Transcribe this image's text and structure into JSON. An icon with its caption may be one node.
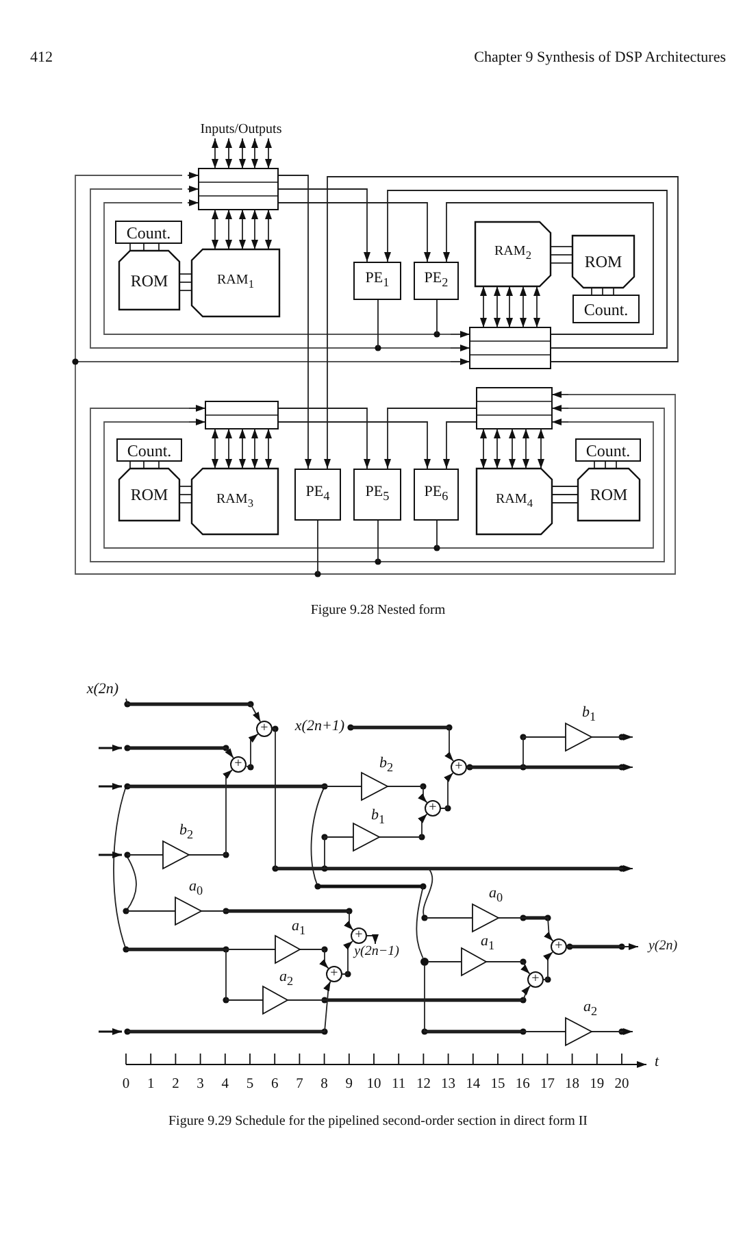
{
  "diagram": {
    "nodes": [
      {
        "text": [
          "Inputs/Outputs"
        ]
      },
      {
        "text": [],
        "shape": "box"
      },
      {
        "text": [
          "Count."
        ]
      },
      {
        "text": [
          "ROM"
        ]
      },
      {
        "text": [
          "RAM$_{1}$"
        ]
      },
      {
        "text": [
          "PE$_{1}$"
        ]
      },
      {
        "text": [
          "PE$_{2}$"
        ]
      },
      {
        "text": [
          "RAM$_{2}$"
        ]
      },
      {
        "text": [
          "ROM"
        ]
      },
      {
        "text": [
          "Count."
        ]
      },
      {
        "text": [],
        "shape": "box"
      },
      {
        "text": [],
        "shape": "box"
      },
      {
        "text": [],
        "shape": "box"
      },
      {
        "text": [
          "Count."
        ]
      },
      {
        "text": [
          "ROM"
        ]
      },
      {
        "text": [
          "RAM$_{3}$"
        ]
      },
      {
        "text": [
          "PE$_{4}$"
        ]
      },
      {
        "text": [
          "PE$_{5}$"
        ]
      },
      {
        "text": [
          "PE$_{6}$"
        ]
      },
      {
        "text": [
          "RAM$_{4}$"
        ]
      },
      {
        "text": [
          "Count."
        ]
      },
      {
        "text": [
          "ROM"
        ]
      },
      {
        "text": [
          "x(2n)"
        ]
      },
      {
        "text": [
          "+"
        ]
      },
      {
        "text": [
          "+"
        ]
      },
      {
        "text": [
          "x(2n+1)"
        ]
      },
      {
        "text": [],
        "shape": "triangle",
        "beside": [
          "*b*$_{1}$"
        ]
      },
      {
        "text": [],
        "shape": "triangle",
        "beside": [
          "*b*$_{2}$"
        ]
      },
      {
        "text": [
          "+"
        ]
      },
      {
        "text": [],
        "shape": "triangle",
        "beside": [
          "*b*$_{2}$"
        ]
      },
      {
        "text": [],
        "shape": "triangle",
        "beside": [
          "*b*$_{1}$"
        ]
      },
      {
        "text": [
          "+"
        ]
      },
      {
        "text": [],
        "shape": "triangle",
        "beside": [
          "*a*$_{0}$"
        ]
      },
      {
        "text": [],
        "shape": "triangle",
        "beside": [
          "*a*$_{0}$"
        ]
      },
      {
        "text": [],
        "shape": "triangle",
        "beside": [
          "*a*$_{1}$"
        ]
      },
      {
        "text": [
          "+"
        ]
      },
      {
        "text": [],
        "shape": "triangle",
        "beside": [
          "*a*$_{1}$"
        ]
      },
      {
        "text": [
          "+"
        ]
      },
      {
        "text": [
          "+"
        ]
      },
      {
        "text": [],
        "shape": "triangle",
        "beside": [
          "*a*$_{2}$"
        ]
      },
      {
        "text": [
          "+"
        ]
      },
      {
        "text": [],
        "shape": "triangle",
        "beside": [
          "*a*$_{2}$"
        ]
      },
      {
        "text": [
          "y(2n)"
        ]
      },
      {
        "text": [
          "y(2n−1)"
        ]
      },
      {
        "text": [],
        "shape": "circle"
      }
    ],
    "edges": [
      {
        "from": 1,
        "to": 0,
        "arrow": "both"
      },
      {
        "from": 1,
        "to": 0,
        "arrow": "both"
      },
      {
        "from": 1,
        "to": 0,
        "arrow": "both"
      },
      {
        "from": 1,
        "to": 0,
        "arrow": "both"
      },
      {
        "from": 1,
        "to": 0,
        "arrow": "both"
      },
      {
        "from": 1,
        "to": 4,
        "arrow": "both"
      },
      {
        "from": 1,
        "to": 4,
        "arrow": "both"
      },
      {
        "from": 1,
        "to": 4,
        "arrow": "both"
      },
      {
        "from": 1,
        "to": 4,
        "arrow": "both"
      },
      {
        "from": 1,
        "to": 4,
        "arrow": "both"
      },
      {
        "from": 2,
        "to": 3,
        "arrow": "none"
      },
      {
        "from": 2,
        "to": 3,
        "arrow": "none"
      },
      {
        "from": 2,
        "to": 3,
        "arrow": "none"
      },
      {
        "from": 3,
        "to": 4,
        "arrow": "none"
      },
      {
        "from": 3,
        "to": 4,
        "arrow": "none"
      },
      {
        "from": 3,
        "to": 4,
        "arrow": "none"
      },
      {
        "from": 1,
        "to": 16,
        "arrow": "to"
      },
      {
        "from": 1,
        "to": 5,
        "arrow": "to"
      },
      {
        "from": 1,
        "to": 6,
        "arrow": "to"
      },
      {
        "from": 10,
        "to": 16,
        "arrow": "to"
      },
      {
        "from": 10,
        "to": 5,
        "arrow": "to"
      },
      {
        "from": 10,
        "to": 6,
        "arrow": "to"
      },
      {
        "from": 10,
        "to": 7,
        "arrow": "both"
      },
      {
        "from": 10,
        "to": 7,
        "arrow": "both"
      },
      {
        "from": 10,
        "to": 7,
        "arrow": "both"
      },
      {
        "from": 10,
        "to": 7,
        "arrow": "both"
      },
      {
        "from": 10,
        "to": 7,
        "arrow": "both"
      },
      {
        "from": 7,
        "to": 8,
        "arrow": "none"
      },
      {
        "from": 7,
        "to": 8,
        "arrow": "none"
      },
      {
        "from": 7,
        "to": 8,
        "arrow": "none"
      },
      {
        "from": 9,
        "to": 8,
        "arrow": "none"
      },
      {
        "from": 9,
        "to": 8,
        "arrow": "none"
      },
      {
        "from": 9,
        "to": 8,
        "arrow": "none"
      },
      {
        "from": 5,
        "to": null,
        "arrow": "none"
      },
      {
        "from": 6,
        "to": null,
        "arrow": "none"
      },
      {
        "from": null,
        "to": 1,
        "arrow": "to"
      },
      {
        "from": null,
        "to": 1,
        "arrow": "to"
      },
      {
        "from": null,
        "to": 1,
        "arrow": "to"
      },
      {
        "from": null,
        "to": 10,
        "arrow": "to"
      },
      {
        "from": null,
        "to": 10,
        "arrow": "to"
      },
      {
        "from": null,
        "to": 10,
        "arrow": "to"
      },
      {
        "from": 11,
        "to": 15,
        "arrow": "both"
      },
      {
        "from": 11,
        "to": 15,
        "arrow": "both"
      },
      {
        "from": 11,
        "to": 15,
        "arrow": "both"
      },
      {
        "from": 11,
        "to": 15,
        "arrow": "both"
      },
      {
        "from": 11,
        "to": 15,
        "arrow": "both"
      },
      {
        "from": 12,
        "to": 19,
        "arrow": "both"
      },
      {
        "from": 12,
        "to": 19,
        "arrow": "both"
      },
      {
        "from": 12,
        "to": 19,
        "arrow": "both"
      },
      {
        "from": 12,
        "to": 19,
        "arrow": "both"
      },
      {
        "from": 12,
        "to": 19,
        "arrow": "both"
      },
      {
        "from": 13,
        "to": 14,
        "arrow": "none"
      },
      {
        "from": 13,
        "to": 14,
        "arrow": "none"
      },
      {
        "from": 13,
        "to": 14,
        "arrow": "none"
      },
      {
        "from": 14,
        "to": 15,
        "arrow": "none"
      },
      {
        "from": 14,
        "to": 15,
        "arrow": "none"
      },
      {
        "from": 14,
        "to": 15,
        "arrow": "none"
      },
      {
        "from": 19,
        "to": 21,
        "arrow": "none"
      },
      {
        "from": 19,
        "to": 21,
        "arrow": "none"
      },
      {
        "from": 19,
        "to": 21,
        "arrow": "none"
      },
      {
        "from": 20,
        "to": 21,
        "arrow": "none"
      },
      {
        "from": 20,
        "to": 21,
        "arrow": "none"
      },
      {
        "from": 20,
        "to": 21,
        "arrow": "none"
      },
      {
        "from": 11,
        "to": 17,
        "arrow": "to"
      },
      {
        "from": 11,
        "to": 18,
        "arrow": "to"
      },
      {
        "from": 12,
        "to": 17,
        "arrow": "to"
      },
      {
        "from": 12,
        "to": 18,
        "arrow": "to"
      },
      {
        "from": 16,
        "to": null,
        "arrow": "none"
      },
      {
        "from": 17,
        "to": null,
        "arrow": "none"
      },
      {
        "from": 18,
        "to": null,
        "arrow": "none"
      },
      {
        "from": null,
        "to": 11,
        "arrow": "to"
      },
      {
        "from": null,
        "to": 11,
        "arrow": "to"
      },
      {
        "from": null,
        "to": 12,
        "arrow": "to"
      },
      {
        "from": null,
        "to": 12,
        "arrow": "to"
      },
      {
        "from": null,
        "to": 12,
        "arrow": "to"
      },
      {
        "from": 22,
        "to": 23,
        "arrow": "to"
      },
      {
        "from": null,
        "to": 24,
        "arrow": "to"
      },
      {
        "from": 24,
        "to": 23,
        "arrow": "to"
      },
      {
        "from": null,
        "to": 29,
        "arrow": "none"
      },
      {
        "from": 29,
        "to": 24,
        "arrow": "to"
      },
      {
        "from": 23,
        "to": null,
        "arrow": "to"
      },
      {
        "from": null,
        "to": 27,
        "arrow": "none"
      },
      {
        "from": 27,
        "to": 31,
        "arrow": "to"
      },
      {
        "from": null,
        "to": 30,
        "arrow": "none"
      },
      {
        "from": 30,
        "to": 31,
        "arrow": "to"
      },
      {
        "from": 31,
        "to": 28,
        "arrow": "to"
      },
      {
        "from": 25,
        "to": 28,
        "arrow": "to"
      },
      {
        "from": 28,
        "to": null,
        "arrow": "to"
      },
      {
        "from": null,
        "to": 26,
        "arrow": "none"
      },
      {
        "from": 26,
        "to": null,
        "arrow": "to"
      },
      {
        "from": null,
        "to": 32,
        "arrow": "none"
      },
      {
        "from": 32,
        "to": 35,
        "arrow": "to"
      },
      {
        "from": null,
        "to": 34,
        "arrow": "none"
      },
      {
        "from": 34,
        "to": 38,
        "arrow": "to"
      },
      {
        "from": 38,
        "to": 35,
        "arrow": "to"
      },
      {
        "from": 35,
        "to": 43,
        "arrow": "to"
      },
      {
        "from": null,
        "to": 39,
        "arrow": "none"
      },
      {
        "from": 39,
        "to": 40,
        "arrow": "to"
      },
      {
        "from": null,
        "to": 38,
        "arrow": "to"
      },
      {
        "from": null,
        "to": 33,
        "arrow": "none"
      },
      {
        "from": 33,
        "to": 37,
        "arrow": "to"
      },
      {
        "from": 44,
        "to": 36,
        "arrow": "none"
      },
      {
        "from": 36,
        "to": 40,
        "arrow": "to"
      },
      {
        "from": 40,
        "to": 37,
        "arrow": "to"
      },
      {
        "from": 37,
        "to": 42,
        "arrow": "to"
      },
      {
        "from": 44,
        "to": 41,
        "arrow": "none"
      },
      {
        "from": 41,
        "to": null,
        "arrow": "to"
      },
      {
        "from": null,
        "to": 44,
        "arrow": "none"
      }
    ],
    "labels": [
      "412",
      "Chapter 9   Synthesis of DSP Architectures",
      "Figure 9.28   Nested form",
      "t",
      "0",
      "1",
      "2",
      "3",
      "4",
      "5",
      "6",
      "7",
      "8",
      "9",
      "10",
      "11",
      "12",
      "13",
      "14",
      "15",
      "16",
      "17",
      "18",
      "19",
      "20",
      "Figure 9.29   Schedule for the pipelined second-order section in direct form II"
    ]
  }
}
